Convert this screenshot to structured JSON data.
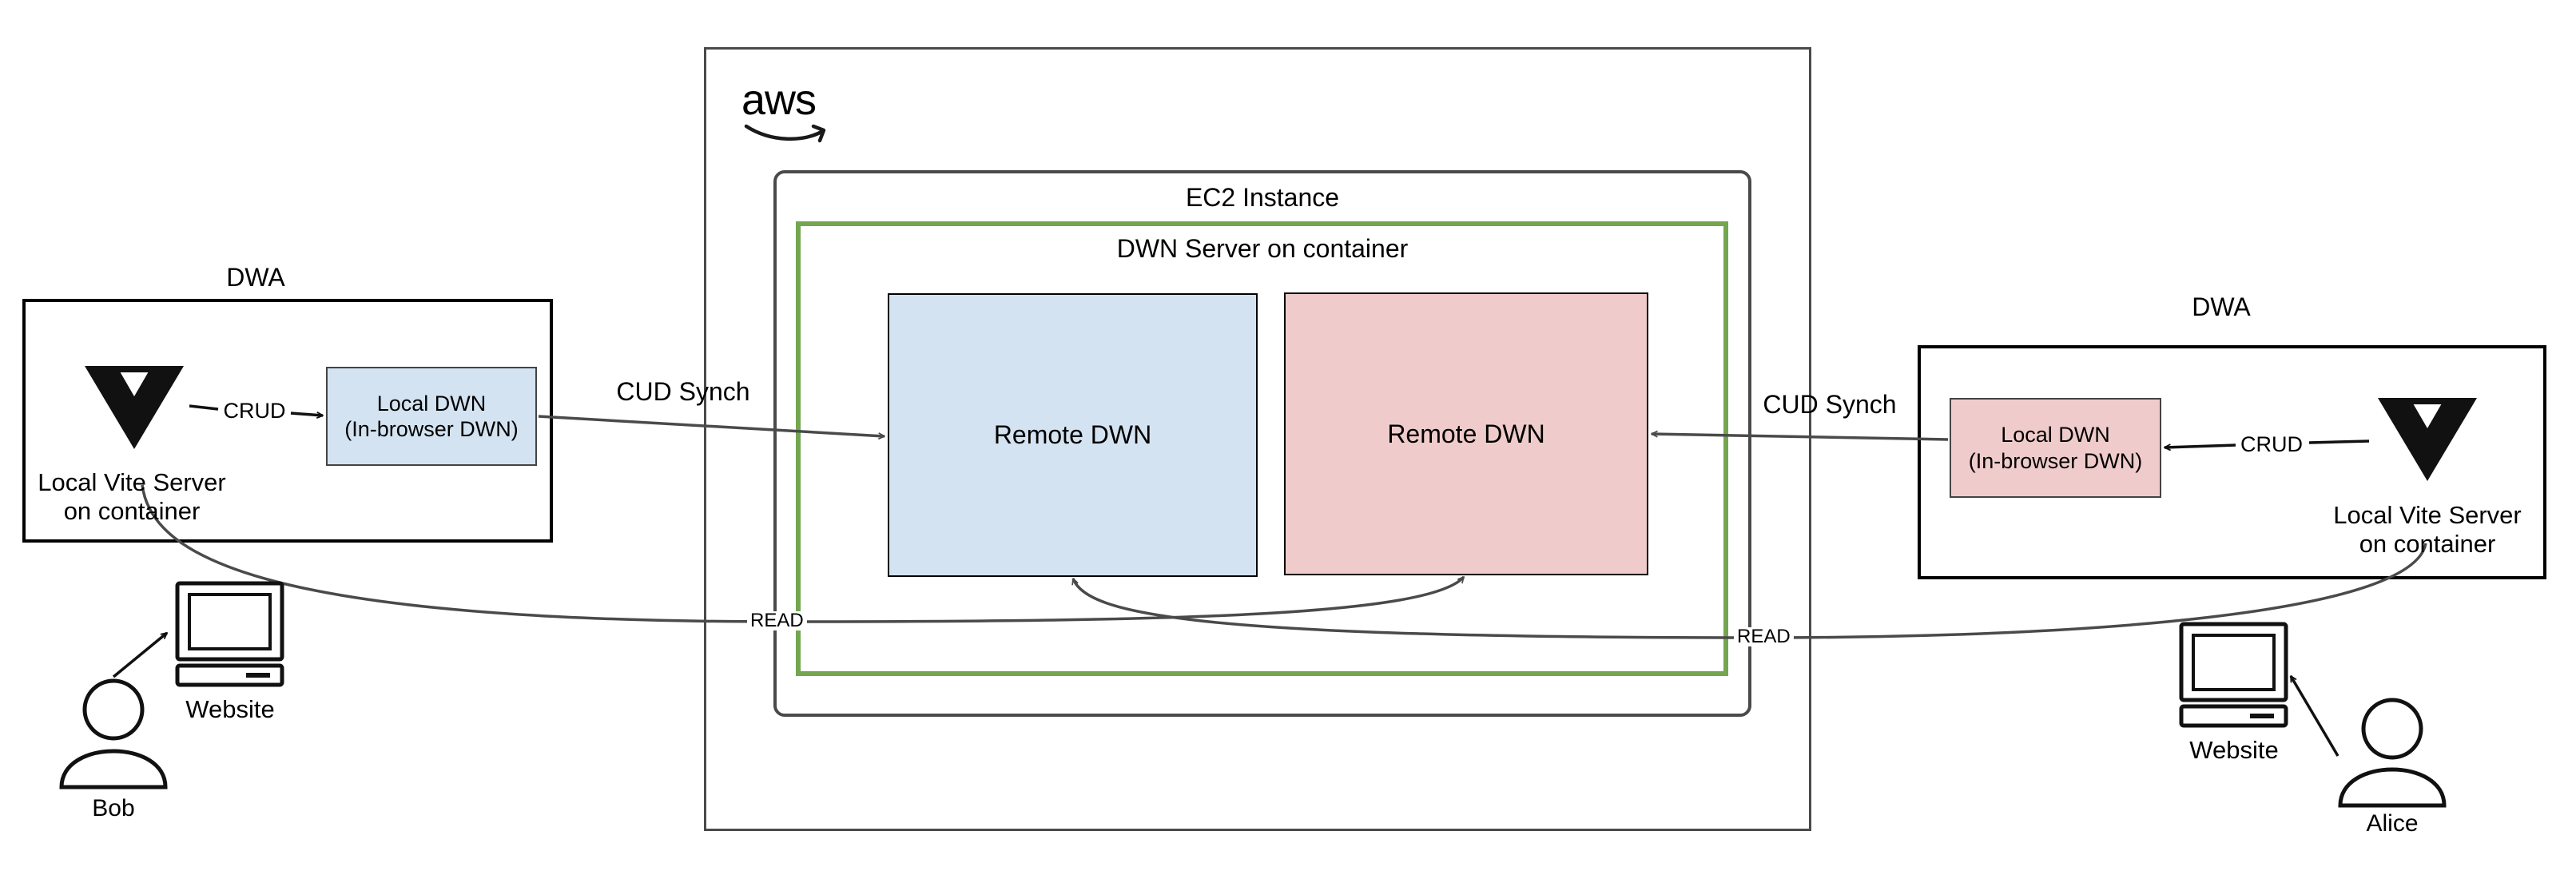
{
  "colors": {
    "blue_fill": "#d4e3f1",
    "red_fill": "#efcccb",
    "green_border": "#73a650",
    "line": "#4a4a4a",
    "border": "#000000"
  },
  "cloud": {
    "logo_text": "aws",
    "logo_icon": "aws-logo-smile"
  },
  "ec2": {
    "title": "EC2 Instance"
  },
  "dwn_server": {
    "title": "DWN Server on container"
  },
  "remote_left": {
    "label": "Remote DWN"
  },
  "remote_right": {
    "label": "Remote DWN"
  },
  "left": {
    "dwa_title": "DWA",
    "vite_icon": "vite-logo-icon",
    "vite_label": "Local Vite Server\non container",
    "crud_label": "CRUD",
    "local_dwn_label": "Local DWN\n(In-browser DWN)",
    "sync_label": "CUD Synch",
    "read_label": "READ",
    "computer_icon": "computer-icon",
    "website_label": "Website",
    "user_icon": "person-icon",
    "user_name": "Bob"
  },
  "right": {
    "dwa_title": "DWA",
    "vite_icon": "vite-logo-icon",
    "vite_label": "Local Vite Server\non container",
    "crud_label": "CRUD",
    "local_dwn_label": "Local DWN\n(In-browser DWN)",
    "sync_label": "CUD Synch",
    "read_label": "READ",
    "computer_icon": "computer-icon",
    "website_label": "Website",
    "user_icon": "person-icon",
    "user_name": "Alice"
  }
}
